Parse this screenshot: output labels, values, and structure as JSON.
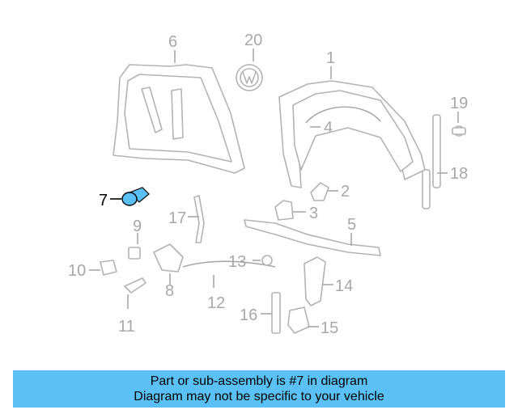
{
  "callouts": {
    "c1": "1",
    "c2": "2",
    "c3": "3",
    "c4": "4",
    "c5": "5",
    "c6": "6",
    "c7": "7",
    "c8": "8",
    "c9": "9",
    "c10": "10",
    "c11": "11",
    "c12": "12",
    "c13": "13",
    "c14": "14",
    "c15": "15",
    "c16": "16",
    "c17": "17",
    "c18": "18",
    "c19": "19",
    "c20": "20"
  },
  "highlighted_part": "7",
  "colors": {
    "banner": "#5bc0f5",
    "callout_gray": "#a8a8a8",
    "highlight": "#5bc0f5"
  },
  "banner": {
    "line1": "Part or sub-assembly is #7 in diagram",
    "line2": "Diagram may not be specific to your vehicle"
  }
}
